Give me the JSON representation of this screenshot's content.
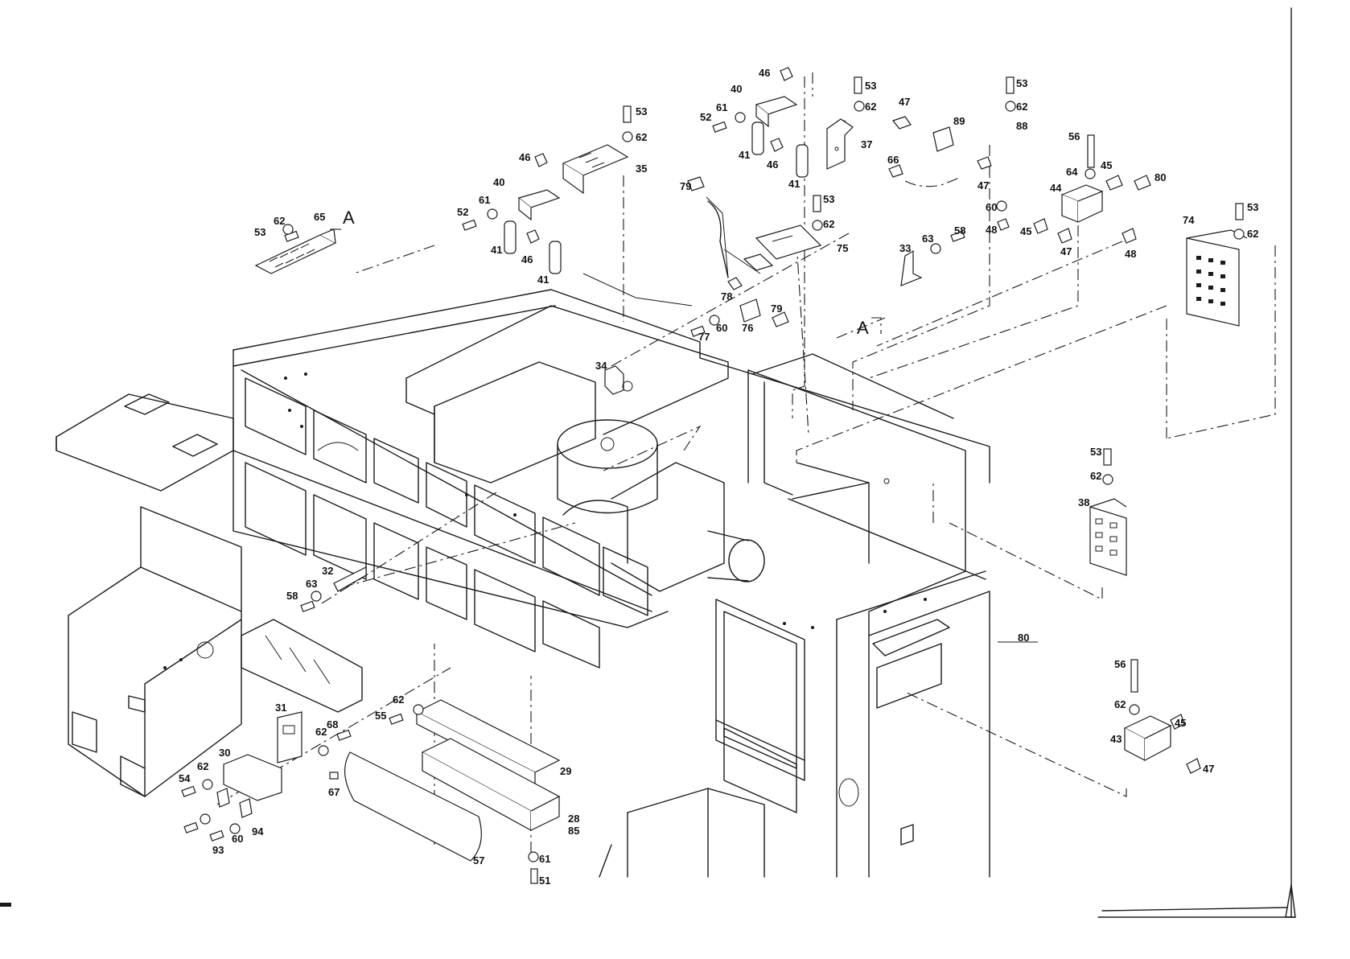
{
  "drawing": {
    "view_markers": [
      "A",
      "A"
    ],
    "callouts": [
      {
        "id": "c-46a",
        "label": "46"
      },
      {
        "id": "c-40a",
        "label": "40"
      },
      {
        "id": "c-53a",
        "label": "53"
      },
      {
        "id": "c-62a",
        "label": "62"
      },
      {
        "id": "c-52a",
        "label": "52"
      },
      {
        "id": "c-61a",
        "label": "61"
      },
      {
        "id": "c-37",
        "label": "37"
      },
      {
        "id": "c-41a",
        "label": "41"
      },
      {
        "id": "c-46b",
        "label": "46"
      },
      {
        "id": "c-41b",
        "label": "41"
      },
      {
        "id": "c-47a",
        "label": "47"
      },
      {
        "id": "c-89",
        "label": "89"
      },
      {
        "id": "c-53b",
        "label": "53"
      },
      {
        "id": "c-62b",
        "label": "62"
      },
      {
        "id": "c-88",
        "label": "88"
      },
      {
        "id": "c-66",
        "label": "66"
      },
      {
        "id": "c-47b",
        "label": "47"
      },
      {
        "id": "c-60a",
        "label": "60"
      },
      {
        "id": "c-48a",
        "label": "48"
      },
      {
        "id": "c-56a",
        "label": "56"
      },
      {
        "id": "c-64",
        "label": "64"
      },
      {
        "id": "c-45a",
        "label": "45"
      },
      {
        "id": "c-80a",
        "label": "80"
      },
      {
        "id": "c-44",
        "label": "44"
      },
      {
        "id": "c-45b",
        "label": "45"
      },
      {
        "id": "c-47c",
        "label": "47"
      },
      {
        "id": "c-48b",
        "label": "48"
      },
      {
        "id": "c-53c",
        "label": "53"
      },
      {
        "id": "c-62c",
        "label": "62"
      },
      {
        "id": "c-74",
        "label": "74"
      },
      {
        "id": "c-53d",
        "label": "53"
      },
      {
        "id": "c-62d",
        "label": "62"
      },
      {
        "id": "c-35",
        "label": "35"
      },
      {
        "id": "c-46c",
        "label": "46"
      },
      {
        "id": "c-40b",
        "label": "40"
      },
      {
        "id": "c-61b",
        "label": "61"
      },
      {
        "id": "c-52b",
        "label": "52"
      },
      {
        "id": "c-41c",
        "label": "41"
      },
      {
        "id": "c-46d",
        "label": "46"
      },
      {
        "id": "c-41d",
        "label": "41"
      },
      {
        "id": "c-53e",
        "label": "53"
      },
      {
        "id": "c-62e",
        "label": "62"
      },
      {
        "id": "c-65",
        "label": "65"
      },
      {
        "id": "c-79a",
        "label": "79"
      },
      {
        "id": "c-53f",
        "label": "53"
      },
      {
        "id": "c-62f",
        "label": "62"
      },
      {
        "id": "c-75",
        "label": "75"
      },
      {
        "id": "c-33",
        "label": "33"
      },
      {
        "id": "c-63a",
        "label": "63"
      },
      {
        "id": "c-58a",
        "label": "58"
      },
      {
        "id": "c-78",
        "label": "78"
      },
      {
        "id": "c-79b",
        "label": "79"
      },
      {
        "id": "c-77",
        "label": "77"
      },
      {
        "id": "c-60b",
        "label": "60"
      },
      {
        "id": "c-76",
        "label": "76"
      },
      {
        "id": "c-34",
        "label": "34"
      },
      {
        "id": "c-53g",
        "label": "53"
      },
      {
        "id": "c-62g",
        "label": "62"
      },
      {
        "id": "c-38",
        "label": "38"
      },
      {
        "id": "c-80b",
        "label": "80"
      },
      {
        "id": "c-32",
        "label": "32"
      },
      {
        "id": "c-63b",
        "label": "63"
      },
      {
        "id": "c-58b",
        "label": "58"
      },
      {
        "id": "c-56b",
        "label": "56"
      },
      {
        "id": "c-62h",
        "label": "62"
      },
      {
        "id": "c-45c",
        "label": "45"
      },
      {
        "id": "c-43",
        "label": "43"
      },
      {
        "id": "c-47d",
        "label": "47"
      },
      {
        "id": "c-31",
        "label": "31"
      },
      {
        "id": "c-55",
        "label": "55"
      },
      {
        "id": "c-62i",
        "label": "62"
      },
      {
        "id": "c-68",
        "label": "68"
      },
      {
        "id": "c-62j",
        "label": "62"
      },
      {
        "id": "c-30",
        "label": "30"
      },
      {
        "id": "c-62k",
        "label": "62"
      },
      {
        "id": "c-54",
        "label": "54"
      },
      {
        "id": "c-67",
        "label": "67"
      },
      {
        "id": "c-29",
        "label": "29"
      },
      {
        "id": "c-28",
        "label": "28"
      },
      {
        "id": "c-85",
        "label": "85"
      },
      {
        "id": "c-93",
        "label": "93"
      },
      {
        "id": "c-60c",
        "label": "60"
      },
      {
        "id": "c-94",
        "label": "94"
      },
      {
        "id": "c-57",
        "label": "57"
      },
      {
        "id": "c-61c",
        "label": "61"
      },
      {
        "id": "c-51",
        "label": "51"
      }
    ]
  }
}
